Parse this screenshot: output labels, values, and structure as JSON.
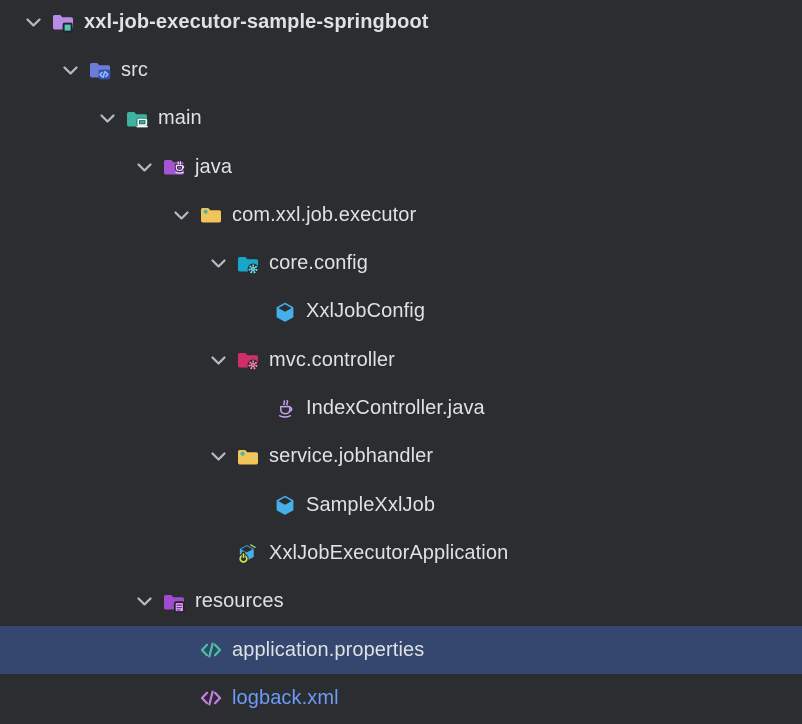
{
  "panel": {
    "name": "project-tree",
    "colors": {
      "background": "#2B2D31",
      "selection_bg": "#36476F",
      "text": "#DFE1E5",
      "modified_file_text": "#6C9BF8",
      "chevron": "#B8BCC2"
    }
  },
  "tree": {
    "items": [
      {
        "label": "xxl-job-executor-sample-springboot",
        "level": 0,
        "icon": "module-folder-icon",
        "expanded": true,
        "bold": true
      },
      {
        "label": "src",
        "level": 1,
        "icon": "sources-root-folder-icon",
        "expanded": true
      },
      {
        "label": "main",
        "level": 2,
        "icon": "main-folder-icon",
        "expanded": true
      },
      {
        "label": "java",
        "level": 3,
        "icon": "java-sources-folder-icon",
        "expanded": true
      },
      {
        "label": "com.xxl.job.executor",
        "level": 4,
        "icon": "package-folder-icon",
        "expanded": true
      },
      {
        "label": "core.config",
        "level": 5,
        "icon": "config-package-folder-icon",
        "expanded": true
      },
      {
        "label": "XxlJobConfig",
        "level": 6,
        "icon": "class-icon"
      },
      {
        "label": "mvc.controller",
        "level": 5,
        "icon": "controller-package-folder-icon",
        "expanded": true
      },
      {
        "label": "IndexController.java",
        "level": 6,
        "icon": "java-file-icon"
      },
      {
        "label": "service.jobhandler",
        "level": 5,
        "icon": "package-folder-icon",
        "expanded": true
      },
      {
        "label": "SampleXxlJob",
        "level": 6,
        "icon": "class-icon"
      },
      {
        "label": "XxlJobExecutorApplication",
        "level": 5,
        "icon": "runnable-application-class-icon"
      },
      {
        "label": "resources",
        "level": 3,
        "icon": "resources-folder-icon",
        "expanded": true
      },
      {
        "label": "application.properties",
        "level": 4,
        "icon": "properties-file-icon",
        "selected": true
      },
      {
        "label": "logback.xml",
        "level": 4,
        "icon": "xml-file-icon",
        "modified": true
      }
    ]
  }
}
